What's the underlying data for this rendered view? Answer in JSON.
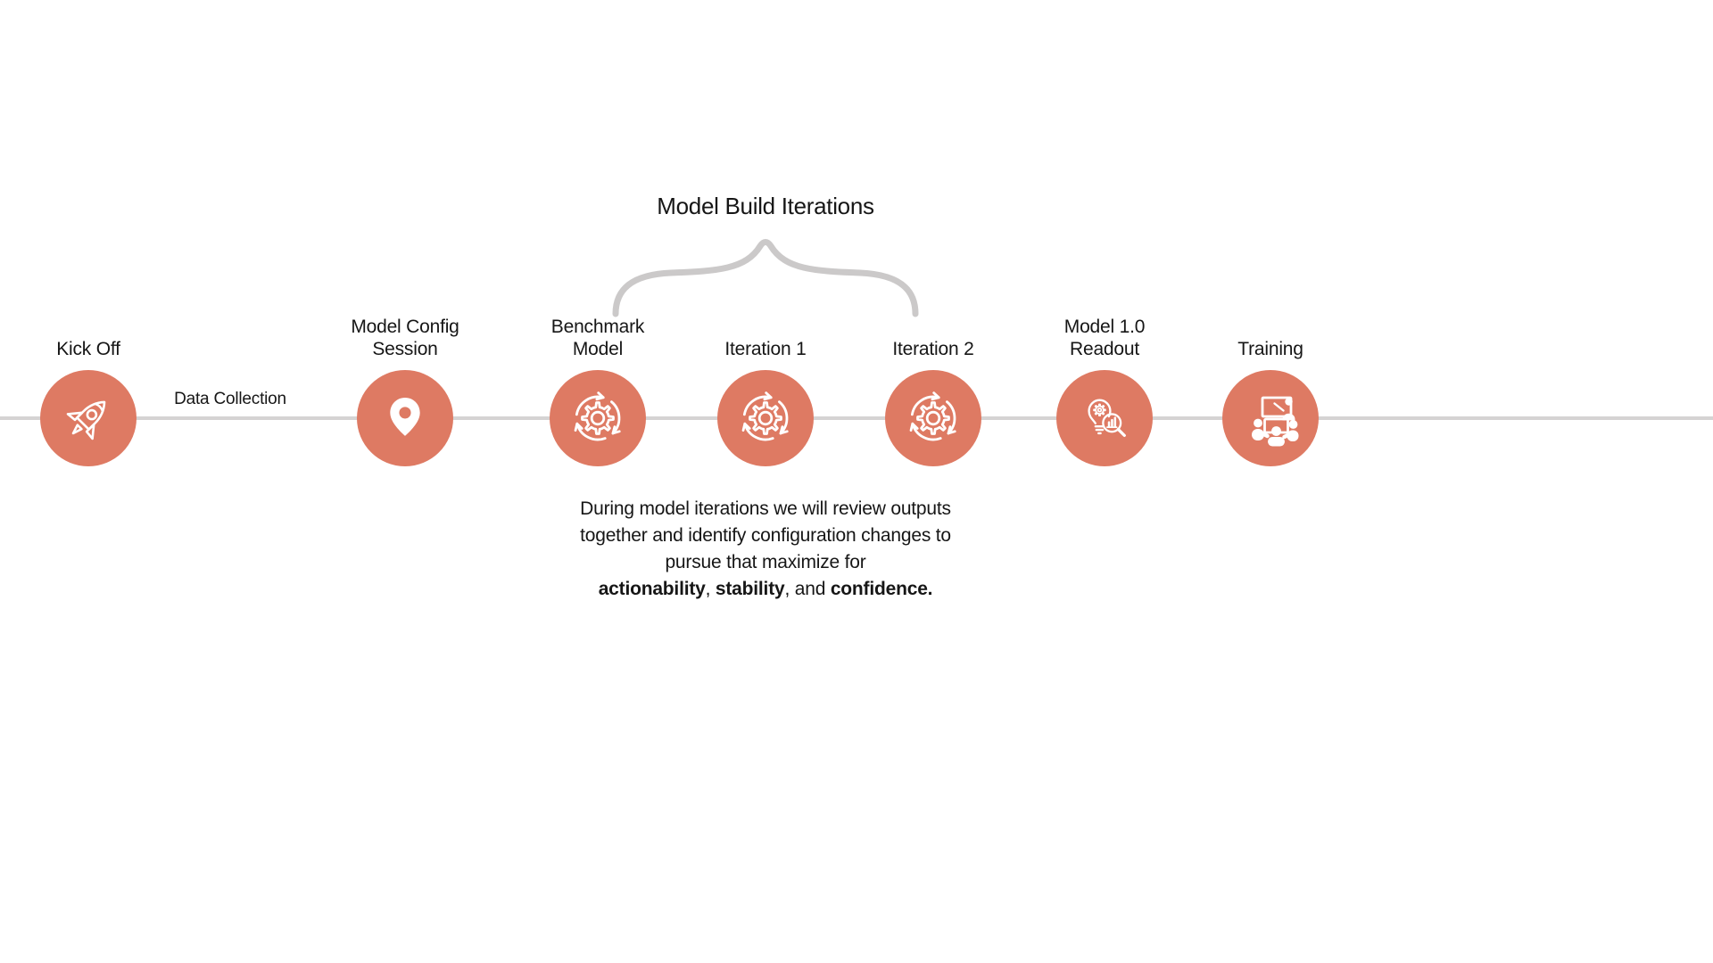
{
  "title": "Model Build Iterations",
  "connector_label": "Data Collection",
  "timeline": {
    "items": [
      {
        "label": "Kick Off",
        "icon": "rocket-icon"
      },
      {
        "label": "Model Config\nSession",
        "icon": "location-pin-icon"
      },
      {
        "label": "Benchmark\nModel",
        "icon": "gear-cycle-icon"
      },
      {
        "label": "Iteration 1",
        "icon": "gear-cycle-icon"
      },
      {
        "label": "Iteration 2",
        "icon": "gear-cycle-icon"
      },
      {
        "label": "Model 1.0\nReadout",
        "icon": "lightbulb-magnifier-icon"
      },
      {
        "label": "Training",
        "icon": "training-presentation-icon"
      }
    ]
  },
  "note": {
    "line1": "During model iterations we will review outputs",
    "line2": "together and identify configuration changes to",
    "line3": "pursue that maximize for",
    "line4": [
      {
        "text": "actionability",
        "bold": true
      },
      {
        "text": ", ",
        "bold": false
      },
      {
        "text": "stability",
        "bold": true
      },
      {
        "text": ", and ",
        "bold": false
      },
      {
        "text": "confidence.",
        "bold": true
      }
    ]
  },
  "colors": {
    "node_fill": "#de7a63",
    "line": "#d5d3d3",
    "brace": "#cbc9c9",
    "text": "#161616",
    "background": "#ffffff"
  }
}
